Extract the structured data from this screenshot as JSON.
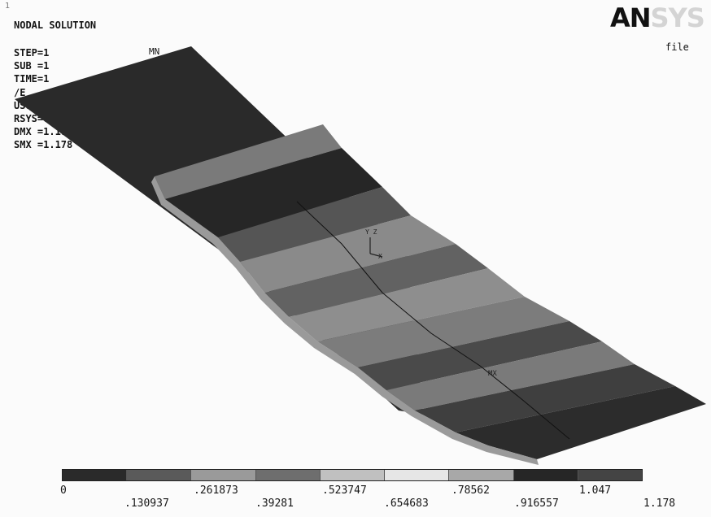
{
  "window_number": "1",
  "title": "NODAL SOLUTION",
  "info_lines": [
    "STEP=1",
    "SUB =1",
    "TIME=1",
    "/E",
    "USU",
    "RSYS=0",
    "DMX =1.178",
    "SMX =1.178"
  ],
  "logo": {
    "strong": "AN",
    "faint": "SYS"
  },
  "file_label": "file",
  "mn_label": "MN",
  "mx_label": "MX",
  "axis_labels": {
    "y": "Y Z",
    "x": "X"
  },
  "legend": {
    "colors": [
      "#2a2a2a",
      "#5a5a5a",
      "#9a9a9a",
      "#6e6e6e",
      "#c0c0c0",
      "#e6e6e6",
      "#a8a8a8",
      "#262626",
      "#444444"
    ],
    "labels_top": [
      "0",
      ".261873",
      ".523747",
      ".78562",
      "1.047"
    ],
    "labels_bottom": [
      ".130937",
      ".39281",
      ".654683",
      ".916557",
      "1.178"
    ]
  },
  "colors": {
    "background": "#fbfbfb",
    "dark_band": "#2b2b2b",
    "mid_band": "#6a6a6a",
    "light_band": "#8d8d8d"
  }
}
